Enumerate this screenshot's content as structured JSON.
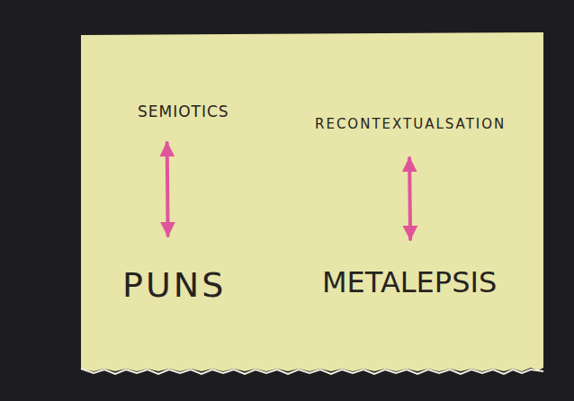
{
  "diagram": {
    "nodes": [
      {
        "text": [
          "SEMIOTICS"
        ]
      },
      {
        "text": [
          "RECONTEXTUALSATION"
        ]
      },
      {
        "text": [
          "PUNS"
        ]
      },
      {
        "text": [
          "METALEPSIS"
        ]
      }
    ],
    "edges": [
      {
        "from": 0,
        "to": 2,
        "arrow": "both"
      },
      {
        "from": 1,
        "to": 3,
        "arrow": "both"
      }
    ]
  }
}
